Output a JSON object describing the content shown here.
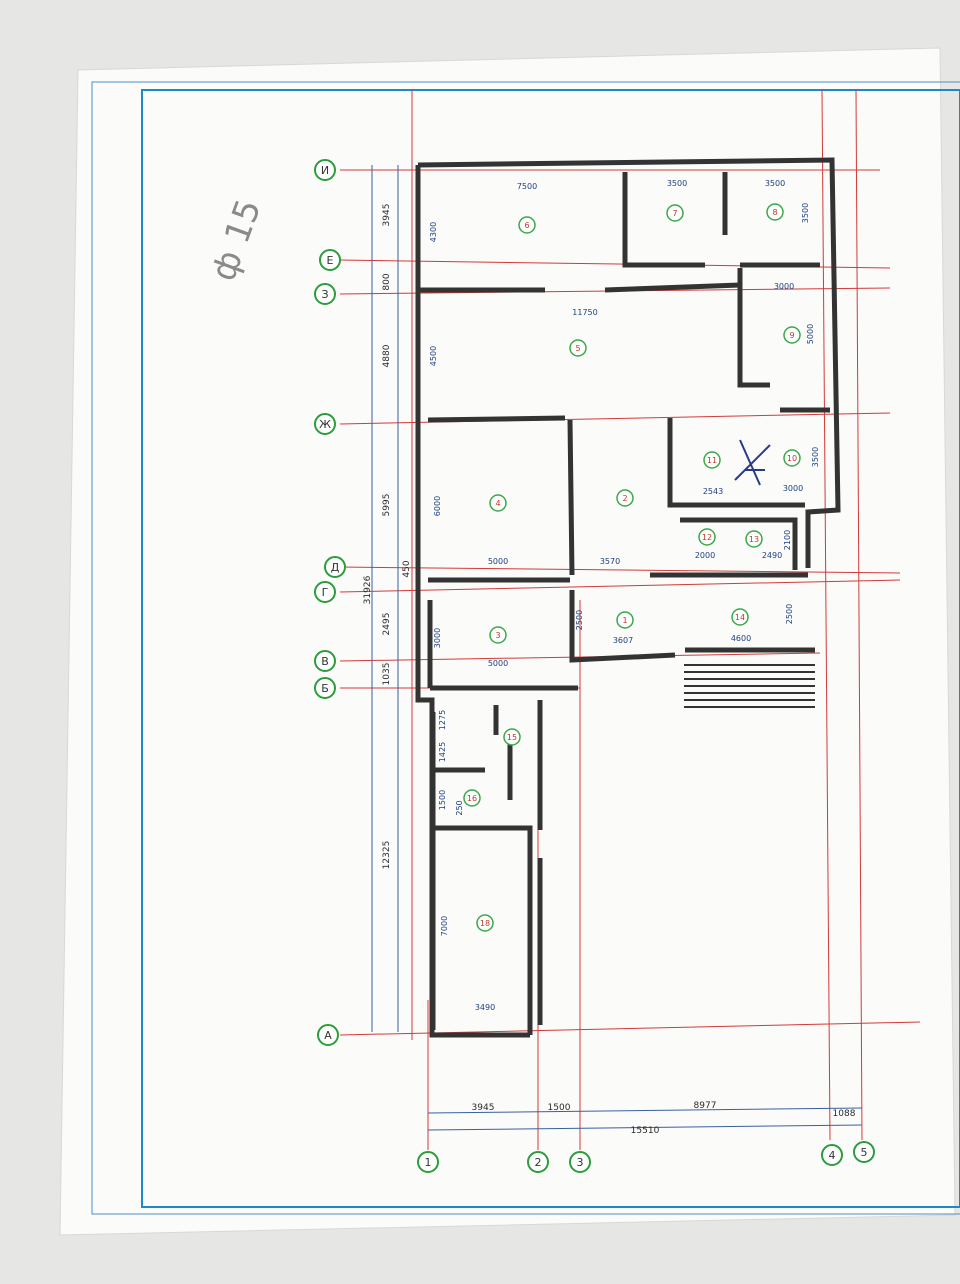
{
  "handwritten_note": "ф 15",
  "axes_horizontal": [
    {
      "label": "И"
    },
    {
      "label": "Е"
    },
    {
      "label": "З"
    },
    {
      "label": "Ж"
    },
    {
      "label": "Д"
    },
    {
      "label": "Г"
    },
    {
      "label": "В"
    },
    {
      "label": "Б"
    },
    {
      "label": "А"
    }
  ],
  "axes_vertical": [
    {
      "label": "1"
    },
    {
      "label": "2"
    },
    {
      "label": "3"
    },
    {
      "label": "4"
    },
    {
      "label": "5"
    }
  ],
  "rooms": [
    {
      "number": "1"
    },
    {
      "number": "2"
    },
    {
      "number": "3"
    },
    {
      "number": "4"
    },
    {
      "number": "5"
    },
    {
      "number": "6"
    },
    {
      "number": "7"
    },
    {
      "number": "8"
    },
    {
      "number": "9"
    },
    {
      "number": "10"
    },
    {
      "number": "11"
    },
    {
      "number": "12"
    },
    {
      "number": "13"
    },
    {
      "number": "14"
    },
    {
      "number": "15"
    },
    {
      "number": "16"
    },
    {
      "number": "18"
    }
  ],
  "dimensions_vertical_left": [
    "3945",
    "800",
    "4880",
    "5995",
    "450",
    "2495",
    "1035",
    "12325",
    "31926"
  ],
  "dimensions_horizontal_bottom": [
    "3945",
    "1500",
    "8977",
    "1088",
    "15510"
  ],
  "room_dimensions": [
    "7500",
    "4300",
    "3500",
    "3500",
    "3500",
    "3000",
    "11750",
    "4500",
    "5000",
    "6000",
    "5000",
    "3570",
    "2543",
    "3000",
    "3500",
    "2000",
    "2490",
    "2100",
    "3000",
    "5000",
    "2500",
    "3607",
    "4600",
    "2500",
    "1275",
    "1425",
    "1500",
    "250",
    "7000",
    "3490"
  ]
}
